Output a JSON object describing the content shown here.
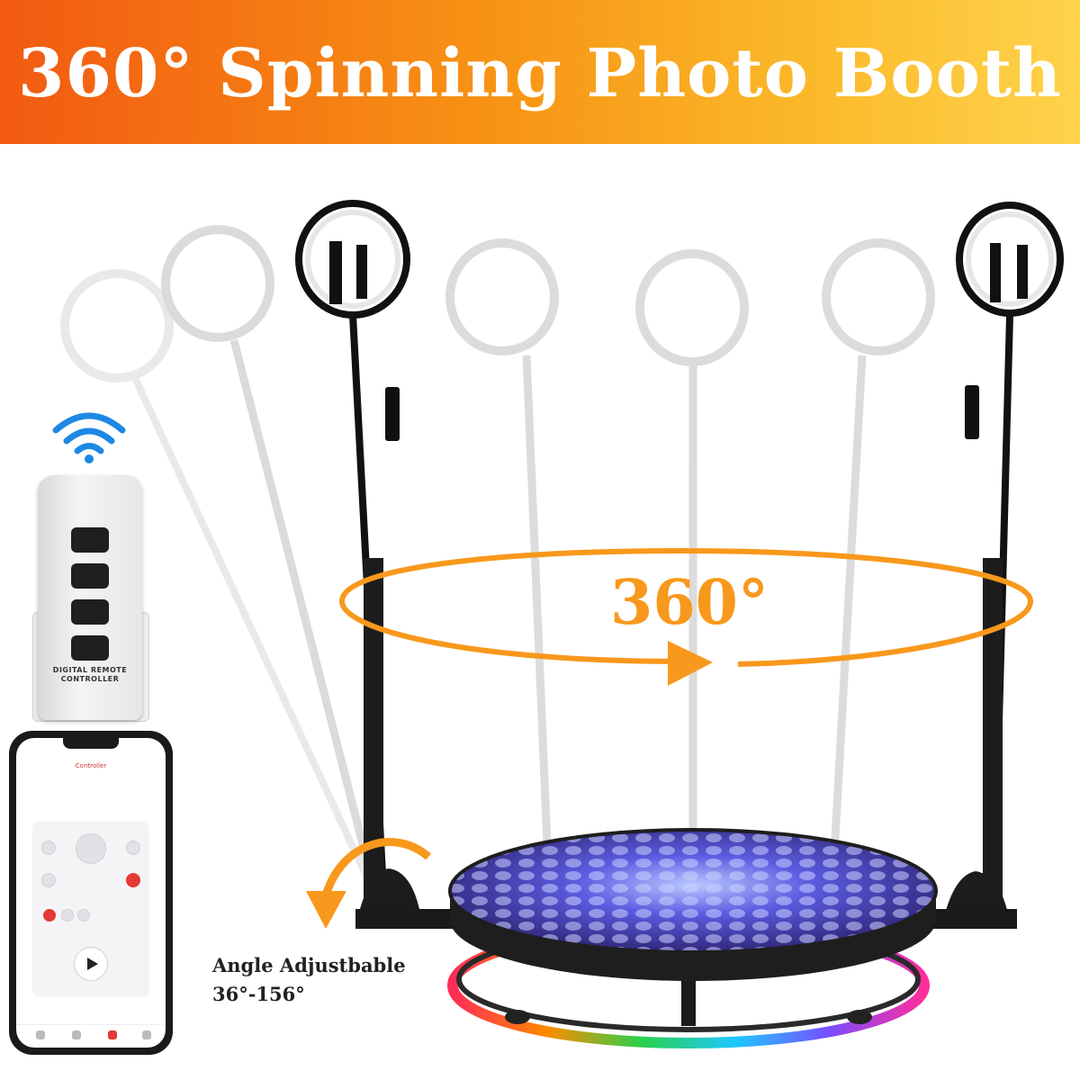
{
  "banner": {
    "title": "360° Spinning Photo Booth",
    "colors": [
      "#f25a12",
      "#fbb92a",
      "#fed34c"
    ]
  },
  "labels": {
    "rotation": "360°",
    "angle_title": "Angle Adjustbable",
    "angle_range": "36°-156°"
  },
  "remote": {
    "caption": "DIGITAL REMOTE CONTROLLER",
    "icon": "wifi-icon"
  },
  "phone": {
    "app_title": "Controller",
    "icon": "play-icon"
  },
  "colors": {
    "accent_orange": "#f8981c",
    "platform_blue": "#5b5ce0",
    "led_ring": "#ff3b8d"
  }
}
